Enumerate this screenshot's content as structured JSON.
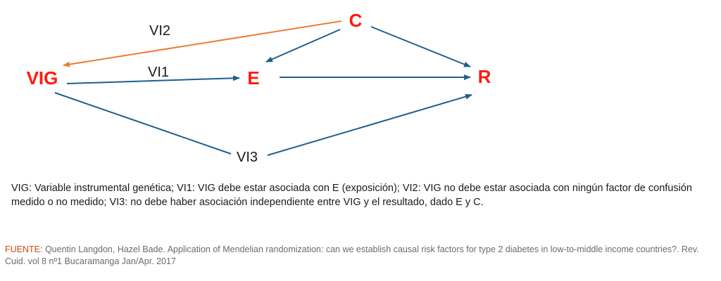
{
  "diagram": {
    "nodes": [
      {
        "id": "C",
        "label": "C"
      },
      {
        "id": "VIG",
        "label": "VIG"
      },
      {
        "id": "E",
        "label": "E"
      },
      {
        "id": "R",
        "label": "R"
      }
    ],
    "edges": [
      {
        "id": "c-to-vig",
        "from": "C",
        "to": "VIG",
        "label": "VI2"
      },
      {
        "id": "c-to-e",
        "from": "C",
        "to": "E",
        "label": ""
      },
      {
        "id": "c-to-r",
        "from": "C",
        "to": "R",
        "label": ""
      },
      {
        "id": "vig-to-e",
        "from": "VIG",
        "to": "E",
        "label": "VI1"
      },
      {
        "id": "e-to-r",
        "from": "E",
        "to": "R",
        "label": ""
      },
      {
        "id": "vig-to-r",
        "from": "VIG",
        "to": "R",
        "label": "VI3"
      }
    ]
  },
  "colors": {
    "node_text": "#ff1a0f",
    "edge_blue": "#1f5f8b",
    "edge_orange": "#ed7d31",
    "label_text": "#1a1a1a"
  },
  "description": "VIG: Variable instrumental genética; VI1: VIG debe estar asociada con E (exposición); VI2: VIG no debe  estar asociada con ningún factor de confusión medido o no medido; VI3: no debe haber asociación independiente entre VIG y  el resultado, dado E y C.",
  "source": {
    "label": "FUENTE:",
    "text": " Quentin Langdon, Hazel Bade. Application of Mendelian randomization: can we establish causal risk factors for type 2 diabetes in low-to-middle income countries?. Rev. Cuid. vol 8 nº1 Bucaramanga Jan/Apr. 2017"
  }
}
